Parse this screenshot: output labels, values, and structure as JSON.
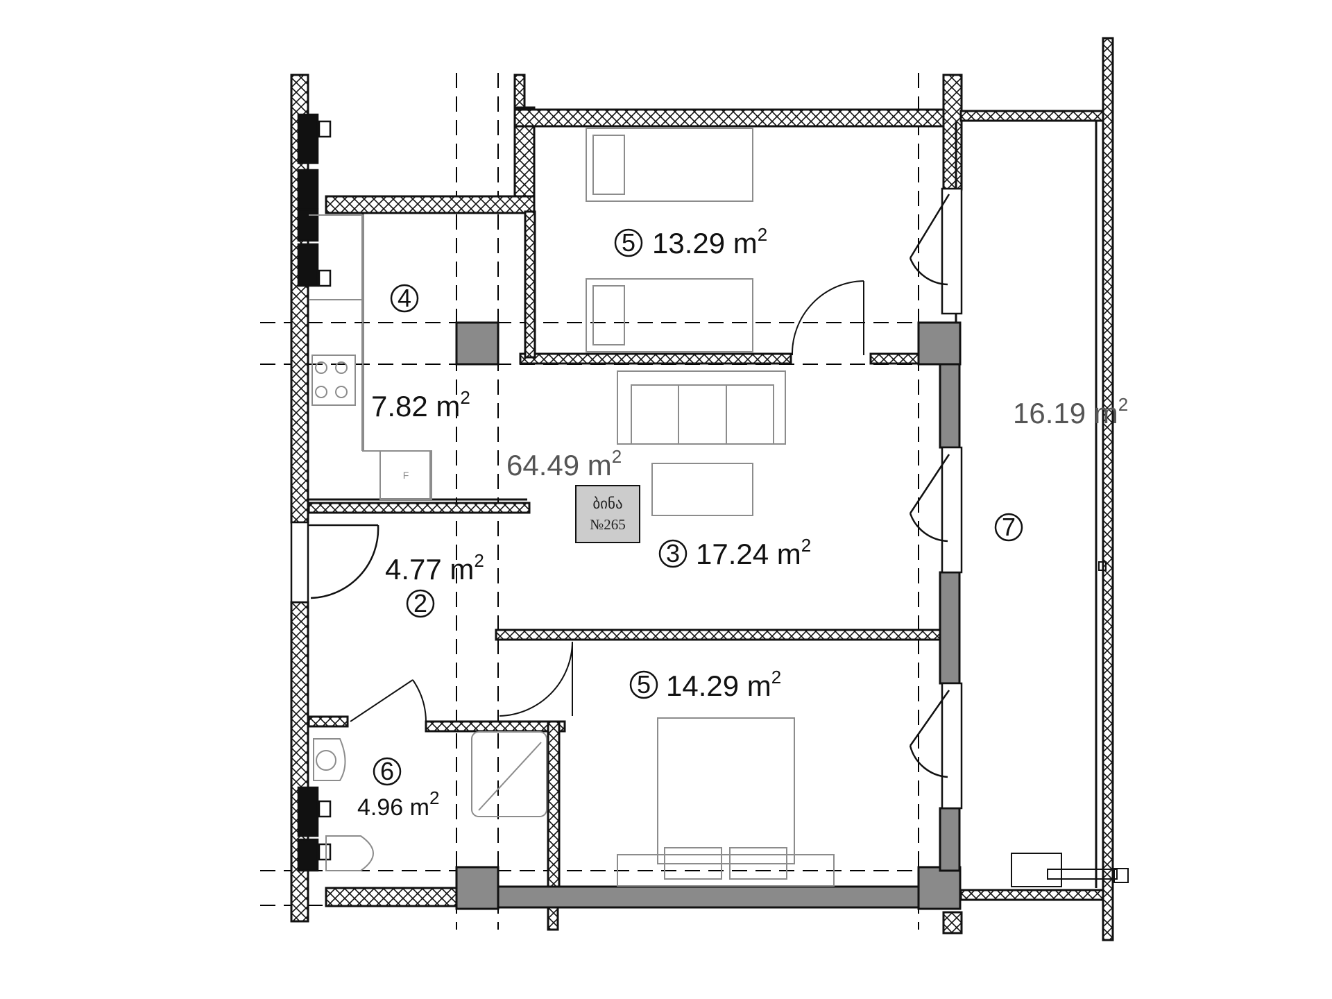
{
  "rooms": [
    {
      "id": "bedroom-1",
      "number": "5",
      "area": "13.29",
      "unit": "m",
      "exp": "2"
    },
    {
      "id": "kitchen",
      "number": "4",
      "area": "7.82",
      "unit": "m",
      "exp": "2"
    },
    {
      "id": "total",
      "area": "64.49",
      "unit": "m",
      "exp": "2"
    },
    {
      "id": "living",
      "number": "3",
      "area": "17.24",
      "unit": "m",
      "exp": "2"
    },
    {
      "id": "hall",
      "number": "2",
      "area": "4.77",
      "unit": "m",
      "exp": "2"
    },
    {
      "id": "bedroom-2",
      "number": "5",
      "area": "14.29",
      "unit": "m",
      "exp": "2"
    },
    {
      "id": "bathroom",
      "number": "6",
      "area": "4.96",
      "unit": "m",
      "exp": "2"
    },
    {
      "id": "balcony",
      "number": "7",
      "area": "16.19",
      "unit": "m",
      "exp": "2"
    }
  ],
  "apartment_tag": {
    "line1": "ბინა",
    "line2": "№265"
  },
  "appliance_labels": {
    "fridge": "F"
  },
  "colors": {
    "wall_outline": "#111111",
    "column_fill": "#8a8a8a",
    "stamp_fill": "#cccccc",
    "furniture": "#8c8c8c",
    "grid": "#000000"
  }
}
